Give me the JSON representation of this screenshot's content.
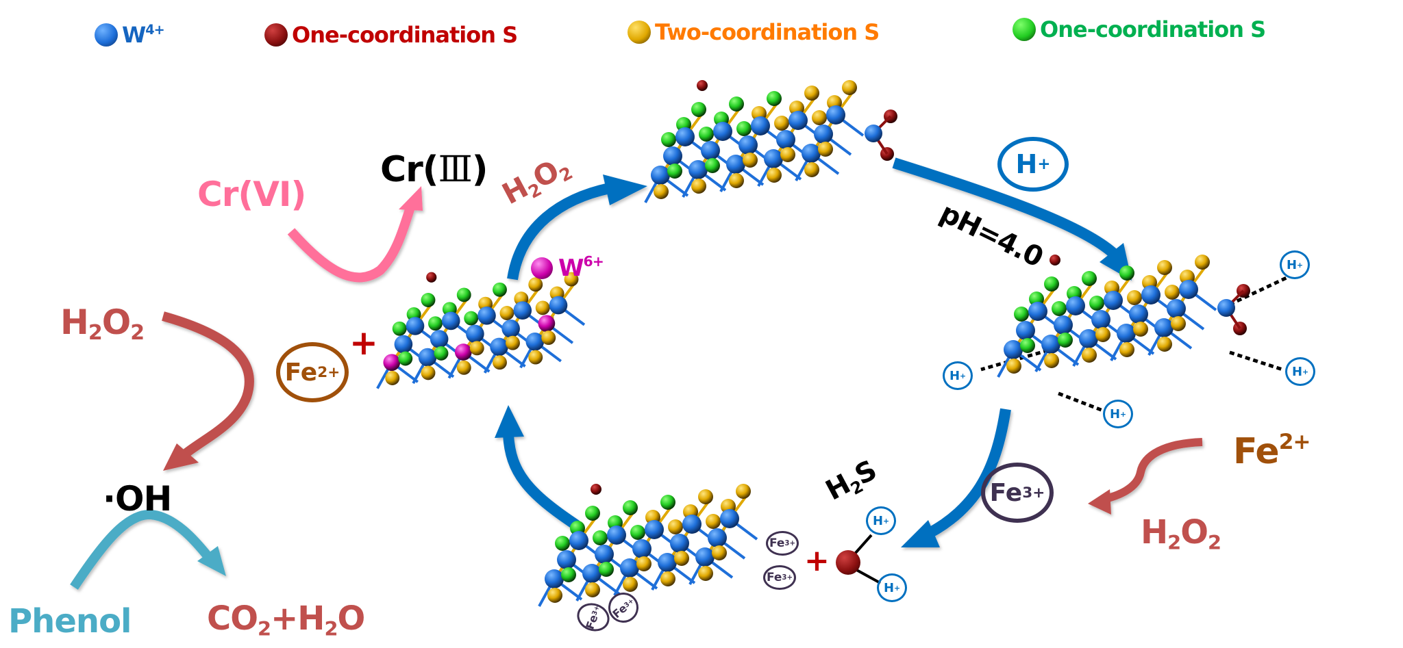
{
  "legend": [
    {
      "icon": "blue-sphere",
      "color": "#1565c0",
      "sphere": "#1e6fd9",
      "text": "W",
      "sup": "4+"
    },
    {
      "icon": "dark-red-sphere",
      "color": "#c00000",
      "sphere": "#8b1010",
      "text": "One-coordination S",
      "sup": ""
    },
    {
      "icon": "gold-sphere",
      "color": "#ff7a00",
      "sphere": "#e0a800",
      "text": "Two-coordination S",
      "sup": ""
    },
    {
      "icon": "green-sphere",
      "color": "#00b050",
      "sphere": "#22cc22",
      "text": "One-coordination S",
      "sup": ""
    }
  ],
  "left_panel": {
    "cr6": "Cr(VI)",
    "cr3_prefix": "Cr(",
    "cr3_roman": "Ⅲ",
    "cr3_suffix": ")",
    "h2o2": {
      "a": "H",
      "b": "2",
      "c": "O",
      "d": "2"
    },
    "fe2": {
      "text": "Fe",
      "sup": "2+"
    },
    "plus": "+",
    "oh": "·OH",
    "phenol": "Phenol",
    "products": {
      "a": "CO",
      "b": "2",
      "c": "+H",
      "d": "2",
      "e": "O"
    }
  },
  "cycle": {
    "arrow_label_h2o2": {
      "a": "H",
      "b": "2",
      "c": "O",
      "d": "2"
    },
    "w6": {
      "text": "W",
      "sup": "6+"
    },
    "h_plus_big": {
      "text": "H",
      "sup": "+"
    },
    "ph": "pH=4.0",
    "h_plus_small": {
      "text": "H",
      "sup": "+"
    },
    "h2s": {
      "a": "H",
      "b": "2",
      "c": "S"
    },
    "fe3_big": {
      "text": "Fe",
      "sup": "3+"
    },
    "fe3_small": {
      "text": "Fe",
      "sup": "3+"
    },
    "plus": "+"
  },
  "right_panel": {
    "fe2": {
      "text": "Fe",
      "sup": "2+"
    },
    "h2o2": {
      "a": "H",
      "b": "2",
      "c": "O",
      "d": "2"
    }
  },
  "colors": {
    "blue_arrow": "#0070c0",
    "pink": "#ff6f9a",
    "brick": "#c0504d",
    "teal": "#4bacc6",
    "brown": "#a0500a",
    "purple_dark": "#3f3151",
    "magenta": "#cc00aa",
    "plus_red": "#c00000"
  }
}
